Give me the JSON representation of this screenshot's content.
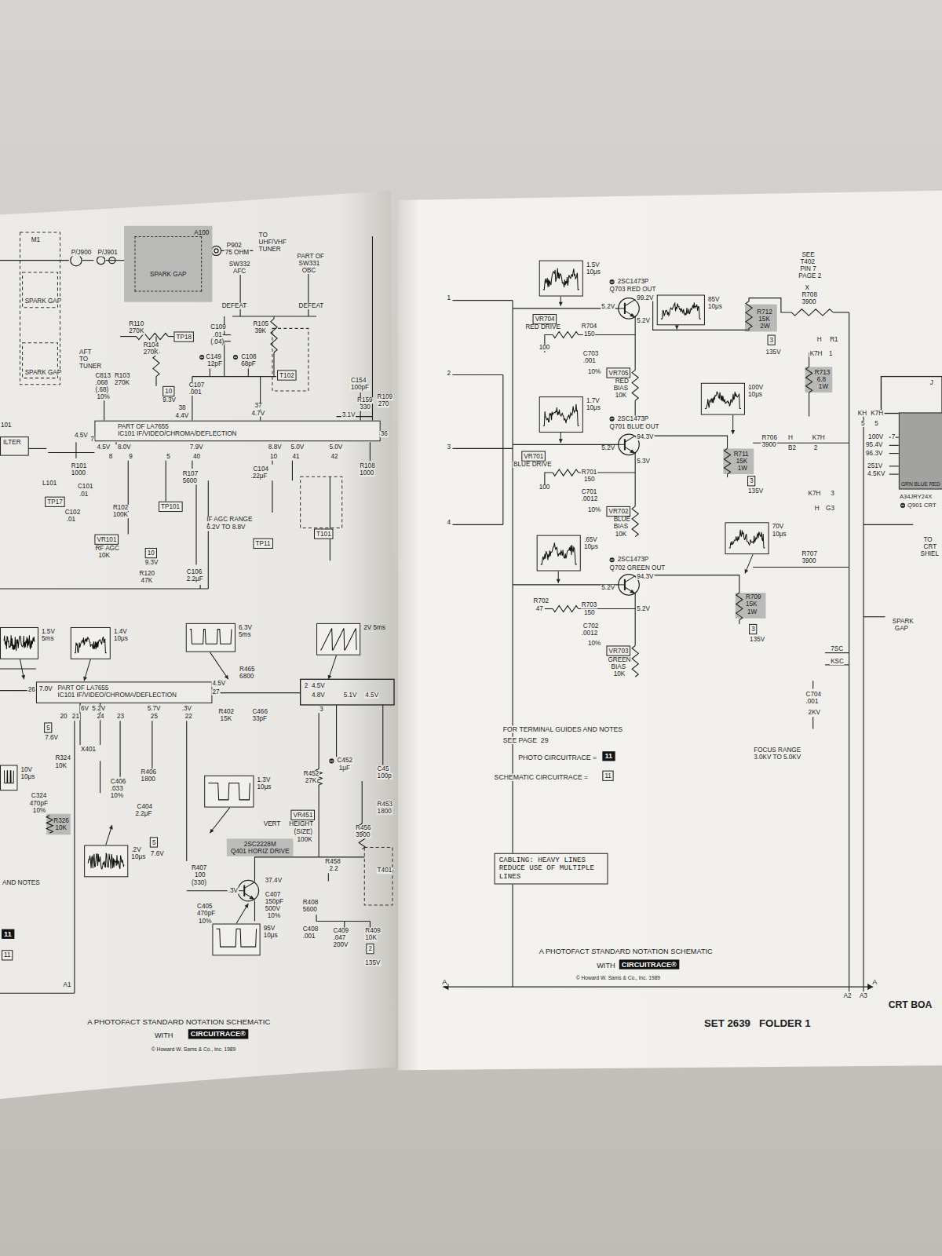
{
  "diagram": {
    "nodes": [
      {
        "text": [
          "A100",
          "SPARK GAP"
        ]
      },
      {
        "text": [
          "TP18"
        ]
      },
      {
        "text": [
          "T102"
        ]
      },
      {
        "text": [
          "10"
        ]
      },
      {
        "text": [
          "PART OF LA7655",
          "IC101 IF/VIDEO/CHROMA/DEFLECTION"
        ]
      },
      {
        "text": [
          "ILTER"
        ]
      },
      {
        "text": [
          "TP17"
        ]
      },
      {
        "text": [
          "TP101"
        ]
      },
      {
        "text": [
          "TP11"
        ]
      },
      {
        "text": [
          "T101"
        ]
      },
      {
        "text": [
          "VR101"
        ]
      },
      {
        "text": [
          "10"
        ]
      },
      {
        "text": [
          "1.5V 5ms"
        ]
      },
      {
        "text": [
          "1.4V 10μs"
        ]
      },
      {
        "text": [
          "6.3V 5ms"
        ]
      },
      {
        "text": [
          "2V 5ms"
        ]
      },
      {
        "text": [
          "PART OF LA7655",
          "IC101 IF/VIDEO/CHROMA/DEFLECTION"
        ]
      },
      {
        "text": [
          "5"
        ]
      },
      {
        "text": [
          "10V 10μs"
        ]
      },
      {
        "text": [
          "1.3V 10μs"
        ]
      },
      {
        "text": [
          "VR451"
        ]
      },
      {
        "text": [
          ".2V 10μs"
        ]
      },
      {
        "text": [
          "5"
        ]
      },
      {
        "text": [
          "2SC2228M",
          "Q401 HORIZ DRIVE"
        ]
      },
      {
        "text": [
          "95V 10μs"
        ]
      },
      {
        "text": [
          "2"
        ]
      },
      {
        "text": [
          "11"
        ]
      },
      {
        "text": [
          "11"
        ]
      },
      {
        "text": [
          "CIRCUITRACE®"
        ]
      },
      {
        "text": [
          "1.5V 10μs"
        ]
      },
      {
        "text": [
          "85V 10μs"
        ]
      },
      {
        "text": [
          "VR704"
        ]
      },
      {
        "text": [
          "VR705"
        ]
      },
      {
        "text": [
          "1.7V 10μs"
        ]
      },
      {
        "text": [
          "VR701"
        ]
      },
      {
        "text": [
          "VR702"
        ]
      },
      {
        "text": [
          ".65V 10μs"
        ]
      },
      {
        "text": [
          "VR703"
        ]
      },
      {
        "text": [
          "11"
        ]
      },
      {
        "text": [
          "11"
        ]
      },
      {
        "text": [
          "CABLING: HEAVY LINES REDUCE USE OF MULTIPLE LINES"
        ]
      },
      {
        "text": [
          "CIRCUITRACE®"
        ]
      },
      {
        "text": [
          "3"
        ]
      },
      {
        "text": [
          "100V 10μs"
        ]
      },
      {
        "text": [
          "3"
        ]
      },
      {
        "text": [
          "GRN BLUE RED"
        ]
      },
      {
        "text": [
          "70V 10μs"
        ]
      },
      {
        "text": [
          "3"
        ]
      }
    ],
    "labels": [
      "M1",
      "SPARK GAP",
      "SPARK GAP",
      "P/J900",
      "P/J901",
      "P902",
      "75 OHM",
      "TO",
      "UHF/VHF",
      "TUNER",
      "SW332",
      "AFC",
      "PART OF",
      "SW331",
      "OBC",
      "DEFEAT",
      "DEFEAT",
      "R105",
      "39K",
      "C109",
      ".01",
      "(.04)",
      "C149",
      "12pF",
      "C108",
      "68pF",
      "R110",
      "270K",
      "R104",
      "270K",
      "AFT",
      "TO",
      "TUNER",
      "C813",
      ".068",
      "(.68)",
      "10%",
      "R103",
      "270K",
      "9.3V",
      "C107",
      ".001",
      "C154",
      "100pF",
      "R159",
      "330",
      "R109",
      "270",
      "38",
      "4.4V",
      "37",
      "4.7V",
      "101",
      "4.5V",
      "4.5V",
      "8.0V",
      "7.9V",
      "8.8V",
      "5.0V",
      "5.0V",
      "3.1V",
      "7",
      "8",
      "9",
      "5",
      "40",
      "10",
      "41",
      "42",
      "36",
      "R101",
      "1000",
      "L101",
      "C101",
      ".01",
      "C102",
      ".01",
      "R102",
      "100K",
      "R107",
      "5600",
      "C104",
      ".22μF",
      "R108",
      "1000",
      "IF AGC RANGE",
      "6.2V TO 8.8V",
      "RF AGC",
      "10K",
      "9.3V",
      "R120",
      "47K",
      "C106",
      "2.2μF",
      "7.0V",
      "26",
      "6V",
      "5.2V",
      "5.7V",
      ".3V",
      "20",
      "21",
      "24",
      "23",
      "25",
      "22",
      "4.5V",
      "27",
      "2",
      "4.5V",
      "4.8V",
      "3",
      "5.1V",
      "4.5V",
      "R465",
      "6800",
      "R402",
      "15K",
      "C466",
      "33pF",
      "7.6V",
      "X401",
      "R324",
      "10K",
      "C324",
      "470pF",
      "10%",
      "R326",
      "10K",
      "C406",
      ".033",
      "10%",
      "R406",
      "1800",
      "C404",
      "2.2μF",
      "7.6V",
      "VERT",
      "HEIGHT",
      "(SIZE)",
      "100K",
      "R452",
      "27K",
      "C452",
      "1μF",
      "C45",
      "100p",
      "R453",
      "1800",
      "R456",
      "3900",
      "R458",
      "2.2",
      "R407",
      "100",
      "(330)",
      ".3V",
      "37.4V",
      "C405",
      "470pF",
      "10%",
      "C407",
      "150pF",
      "500V",
      "10%",
      "R408",
      "5600",
      "T401",
      "C408",
      ".001",
      "C409",
      ".047",
      "200V",
      "R409",
      "10K",
      "135V",
      "AND NOTES",
      "A1",
      "A PHOTOFACT STANDARD NOTATION SCHEMATIC",
      "WITH",
      "© Howard W. Sams & Co., Inc. 1989",
      "1",
      "2",
      "3",
      "4",
      "2SC1473P",
      "Q703 RED OUT",
      "5.2V",
      "99.2V",
      "5.2V",
      "RED DRIVE",
      "100",
      "R704",
      "150",
      "C703",
      ".001",
      "10%",
      "RED",
      "BIAS",
      "10K",
      "2SC1473P",
      "Q701 BLUE OUT",
      "5.2V",
      "94.3V",
      "5.3V",
      "BLUE DRIVE",
      "100",
      "R701",
      "150",
      "C701",
      ".0012",
      "10%",
      "BLUE",
      "BIAS",
      "10K",
      "2SC1473P",
      "Q702 GREEN OUT",
      "5.2V",
      "94.3V",
      "5.2V",
      "R702",
      "47",
      "R703",
      "150",
      "C702",
      ".0012",
      "10%",
      "GREEN",
      "BIAS",
      "10K",
      "FOR TERMINAL GUIDES AND NOTES",
      "SEE PAGE  29",
      "PHOTO CIRCUITRACE =",
      "SCHEMATIC CIRCUITRACE =",
      "A PHOTOFACT STANDARD NOTATION SCHEMATIC",
      "WITH",
      "© Howard W. Sams & Co., Inc. 1989",
      "A",
      "A",
      "A2",
      "A3",
      "SET 2639   FOLDER 1",
      "CRT BOA",
      "SEE",
      "T402",
      "PIN 7",
      "PAGE 2",
      "X",
      "R708",
      "3900",
      "R712",
      "15K",
      "2W",
      "135V",
      "H",
      "R1",
      "K7H",
      "1",
      "R713",
      "6.8",
      "1W",
      "KH",
      "K7H",
      "5",
      "5",
      "R706",
      "3900",
      "H",
      "K7H",
      "B2",
      "2",
      "100V",
      "7",
      "95.4V",
      "96.3V",
      "251V",
      "4.5KV",
      "R711",
      "15K",
      "1W",
      "135V",
      "A34JRY24X",
      "Q901 CRT",
      "K7H",
      "3",
      "H",
      "G3",
      "J",
      "R707",
      "3900",
      "R709",
      "15K",
      "1W",
      "135V",
      "7SC",
      "KSC",
      "C704",
      ".001",
      "2KV",
      "FOCUS RANGE",
      "3.0KV TO 5.0KV",
      "SPARK",
      "GAP",
      "TO",
      "CRT",
      "SHIEL"
    ]
  }
}
